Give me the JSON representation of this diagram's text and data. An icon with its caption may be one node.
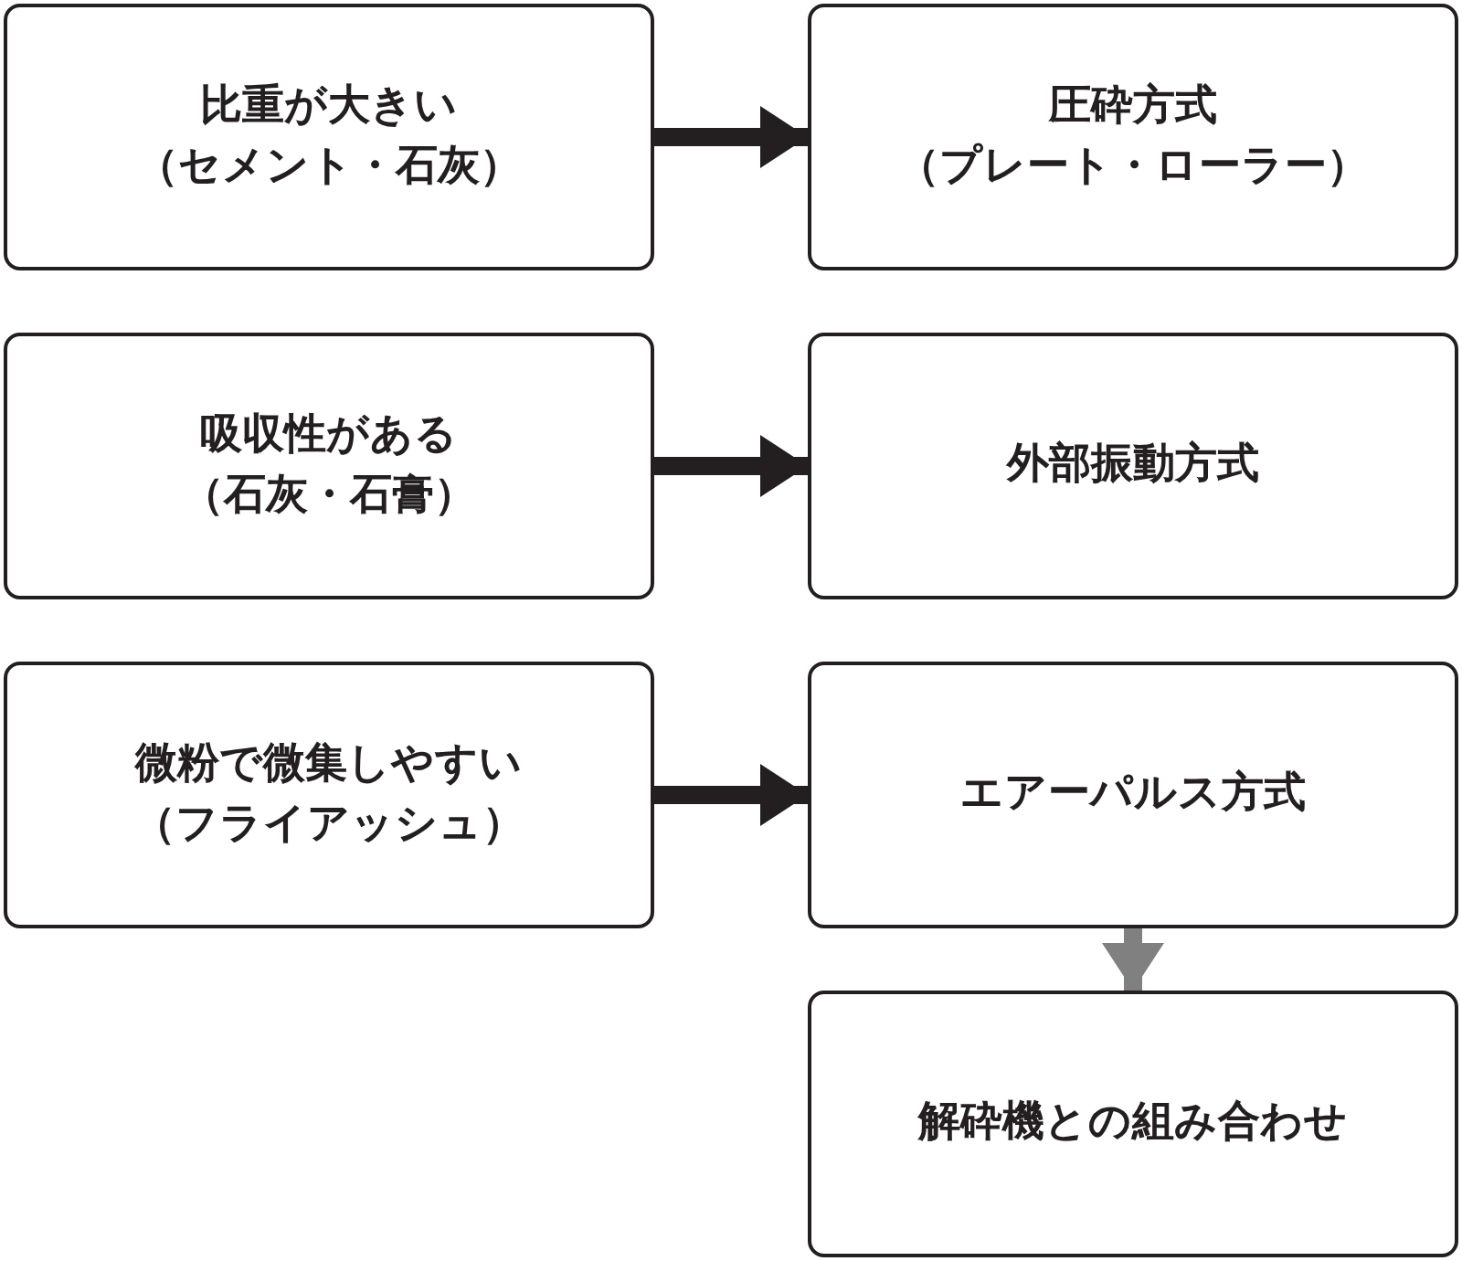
{
  "diagram": {
    "nodes": [
      {
        "text": [
          "比重が大きい",
          "（セメント・石灰）"
        ]
      },
      {
        "text": [
          "圧砕方式",
          "（プレート・ローラー）"
        ]
      },
      {
        "text": [
          "吸収性がある",
          "（石灰・石膏）"
        ]
      },
      {
        "text": [
          "外部振動方式"
        ]
      },
      {
        "text": [
          "微粉で微集しやすい",
          "（フライアッシュ）"
        ]
      },
      {
        "text": [
          "エアーパルス方式"
        ]
      },
      {
        "text": [
          "解砕機との組み合わせ"
        ]
      }
    ],
    "edges": [
      {
        "from": 0,
        "to": 1,
        "arrow": "to"
      },
      {
        "from": 2,
        "to": 3,
        "arrow": "to"
      },
      {
        "from": 4,
        "to": 5,
        "arrow": "to"
      },
      {
        "from": 5,
        "to": 6,
        "arrow": "to",
        "color": "#808080"
      }
    ]
  }
}
